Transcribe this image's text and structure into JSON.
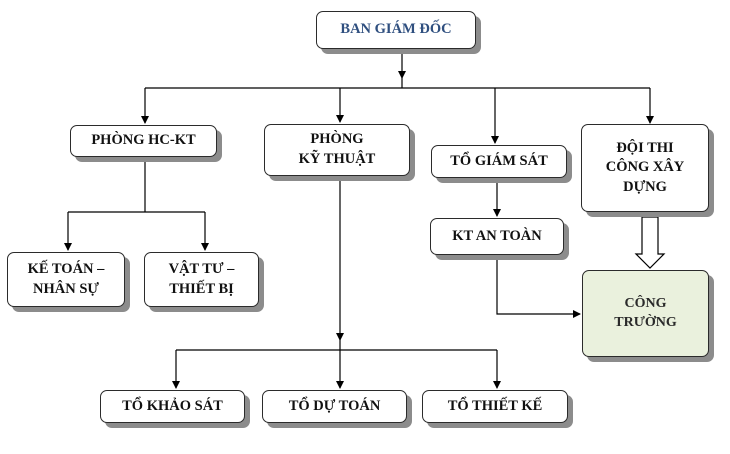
{
  "nodes": {
    "ban_giam_doc": "BAN GIÁM ĐỐC",
    "phong_hc_kt": "PHÒNG HC-KT",
    "phong_ky_thuat": "PHÒNG\nKỸ THUẬT",
    "to_giam_sat": "TỔ GIÁM SÁT",
    "doi_thi_cong": "ĐỘI THI\nCÔNG XÂY\nDỰNG",
    "ke_toan_nhan_su": "KẾ TOÁN –\nNHÂN SỰ",
    "vat_tu_thiet_bi": "VẬT TƯ –\nTHIẾT BỊ",
    "kt_an_toan": "KT AN TOÀN",
    "cong_truong": "CÔNG\nTRƯỜNG",
    "to_khao_sat": "TỔ KHẢO SÁT",
    "to_du_toan": "TỔ DỰ TOÁN",
    "to_thiet_ke": "TỔ THIẾT KẾ"
  },
  "colors": {
    "line": "#000000",
    "border": "#2b2b2b",
    "shadow": "#8c8c8c",
    "head_text": "#2f4f7f",
    "site_fill": "#eaf1dd"
  }
}
